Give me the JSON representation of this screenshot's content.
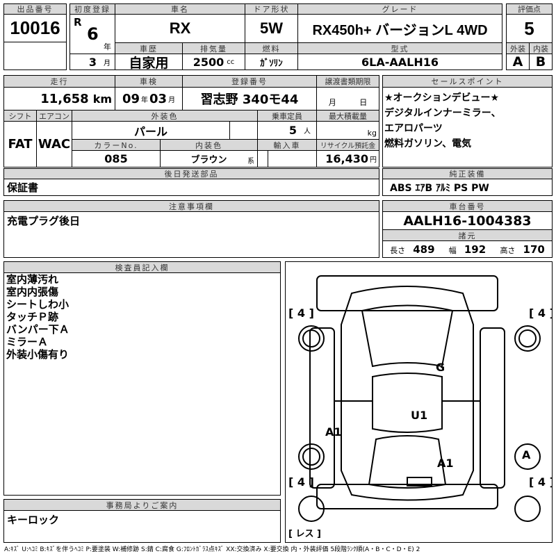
{
  "lot": {
    "label": "出品番号",
    "value": "10016"
  },
  "first_reg": {
    "label": "初度登録",
    "era": "R",
    "year": "6",
    "year_unit": "年",
    "month": "3",
    "month_unit": "月"
  },
  "car_name": {
    "label": "車名",
    "value": "RX"
  },
  "doors": {
    "label": "ドア形状",
    "value": "5W"
  },
  "grade": {
    "label": "グレード",
    "value": "RX450h+ バージョンL 4WD"
  },
  "score": {
    "label": "評価点",
    "value": "5",
    "ext_label": "外装",
    "int_label": "内装",
    "ext": "A",
    "int": "B"
  },
  "history": {
    "label": "車歴",
    "value": "自家用"
  },
  "displacement": {
    "label": "排気量",
    "value": "2500",
    "unit": "cc"
  },
  "fuel": {
    "label": "燃料",
    "value": "ｶﾞｿﾘﾝ"
  },
  "model": {
    "label": "型式",
    "value": "6LA-AALH16"
  },
  "mileage": {
    "label": "走行",
    "value": "11,658",
    "unit": "km"
  },
  "inspection": {
    "label": "車検",
    "year": "09",
    "year_unit": "年",
    "month": "03",
    "month_unit": "月"
  },
  "plate": {
    "label": "登録番号",
    "value": "習志野 340モ44"
  },
  "transfer": {
    "label": "譲渡書類期限",
    "month_unit": "月",
    "day_unit": "日"
  },
  "shift": {
    "label": "シフト",
    "value": "FAT"
  },
  "ac": {
    "label": "エアコン",
    "value": "WAC"
  },
  "ext_color": {
    "label": "外装色",
    "value": "パール"
  },
  "capacity": {
    "label": "乗車定員",
    "value": "5",
    "unit": "人"
  },
  "max_load": {
    "label": "最大積載量",
    "unit": "kg"
  },
  "color_no": {
    "label": "カラーNo.",
    "value": "085"
  },
  "int_color": {
    "label": "内装色",
    "value": "ブラウン",
    "unit": "系"
  },
  "import": {
    "label": "輸入車"
  },
  "recycle": {
    "label": "リサイクル預託金",
    "value": "16,430",
    "unit": "円"
  },
  "sales_points": {
    "label": "セールスポイント",
    "text": "★オークションデビュー★\nデジタルインナーミラー、\nエアロパーツ\n燃料ガソリン、電気"
  },
  "later_parts": {
    "label": "後日発送部品",
    "value": "保証書"
  },
  "equipment": {
    "label": "純正装備",
    "value": "ABS ｴｱB ｱﾙﾐ PS PW"
  },
  "notes": {
    "label": "注意事項欄",
    "value": "充電プラグ後日"
  },
  "chassis": {
    "label": "車台番号",
    "value": "AALH16-1004383"
  },
  "specs": {
    "label": "諸元",
    "length_label": "長さ",
    "length": "489",
    "width_label": "幅",
    "width": "192",
    "height_label": "高さ",
    "height": "170"
  },
  "inspector": {
    "label": "検査員記入欄",
    "text": "室内薄汚れ\n室内内張傷\nシートしわ小\nタッチＰ跡\nバンパー下Ａ\nミラーＡ\n外装小傷有り"
  },
  "office": {
    "label": "事務局よりご案内",
    "value": "キーロック"
  },
  "diagram": {
    "tire_fl": "4",
    "tire_fr": "4",
    "tire_rl": "4",
    "tire_rr": "4",
    "spare": "レス",
    "marks": {
      "windshield": "G",
      "roof": "U1",
      "left_door": "A1",
      "rear": "A1",
      "right_rear": "A"
    }
  },
  "legend": "A:ｷｽﾞ U:ﾍｺﾐ B:ｷｽﾞを伴うﾍｺﾐ P:要塗装 W:補修跡 S:錆 C:腐食 G:ﾌﾛﾝﾄｶﾞﾗｽ点ｷｽﾞ XX:交換済み X:要交換 内・外装評価 5段階ﾗﾝｸ順(A・B・C・D・E) 2"
}
